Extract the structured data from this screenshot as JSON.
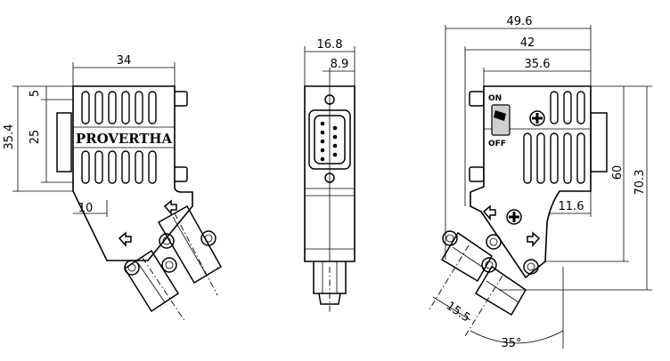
{
  "left_view": {
    "brand": "PROVERTHA",
    "dims": {
      "width": "34",
      "top": "5",
      "mid": "25",
      "height": "35.4",
      "offset": "10"
    }
  },
  "center_view": {
    "dims": {
      "width": "16.8",
      "half": "8.9"
    }
  },
  "right_view": {
    "switch_on": "ON",
    "switch_off": "OFF",
    "dims": {
      "w1": "49.6",
      "w2": "42",
      "w3": "35.6",
      "h1": "60",
      "h2": "70.3",
      "offset": "11.6",
      "pitch": "15.5",
      "angle": "35°"
    }
  }
}
